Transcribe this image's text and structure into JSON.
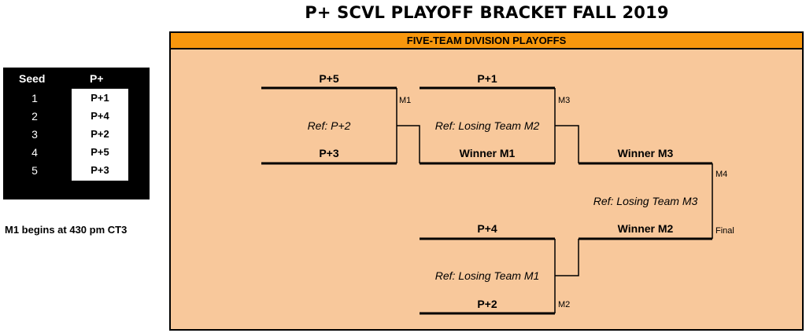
{
  "title": "P+ SCVL PLAYOFF BRACKET FALL 2019",
  "seed_table": {
    "col_seed": "Seed",
    "col_team": "P+",
    "rows": [
      {
        "seed": "1",
        "team": "P+1"
      },
      {
        "seed": "2",
        "team": "P+4"
      },
      {
        "seed": "3",
        "team": "P+2"
      },
      {
        "seed": "4",
        "team": "P+5"
      },
      {
        "seed": "5",
        "team": "P+3"
      }
    ]
  },
  "note": "M1 begins at 430 pm CT3",
  "bracket": {
    "header": "FIVE-TEAM DIVISION PLAYOFFS",
    "m1": {
      "label": "M1",
      "top": "P+5",
      "bottom": "P+3",
      "ref": "Ref: P+2"
    },
    "m3": {
      "label": "M3",
      "top": "P+1",
      "bottom": "Winner M1",
      "ref": "Ref: Losing Team M2"
    },
    "m2": {
      "label": "M2",
      "top": "P+4",
      "bottom": "P+2",
      "ref": "Ref: Losing Team M1"
    },
    "m4": {
      "label": "M4",
      "top": "Winner M3",
      "bottom": "Winner M2",
      "ref": "Ref: Losing Team M3"
    },
    "final": "Final"
  },
  "colors": {
    "panel_bg": "#f8c89b",
    "header_bg": "#f8970d",
    "seed_table_bg": "#000000"
  }
}
